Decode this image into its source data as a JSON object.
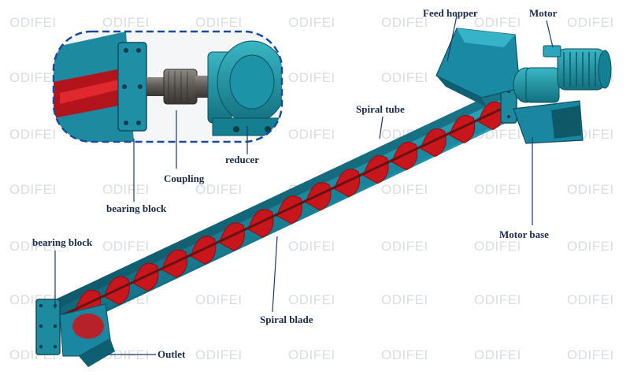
{
  "watermark": "ODIFEI",
  "labels": {
    "feed_hopper": "Feed hopper",
    "motor": "Motor",
    "spiral_tube": "Spiral tube",
    "reducer": "reducer",
    "coupling": "Coupling",
    "bearing_block_top": "bearing block",
    "bearing_block_bottom": "bearing block",
    "motor_base": "Motor base",
    "spiral_blade": "Spiral blade",
    "outlet": "Outlet"
  },
  "colors": {
    "tube": "#1f8fa6",
    "tube_dark": "#0f5f72",
    "tube_inner": "#2aa7bd",
    "blade": "#c8161d",
    "blade_dark": "#8e0c12",
    "steel": "#6e6a66",
    "label": "#1a2a4a",
    "leader": "#1a3a6a",
    "inset_border": "#1a4aa0"
  }
}
